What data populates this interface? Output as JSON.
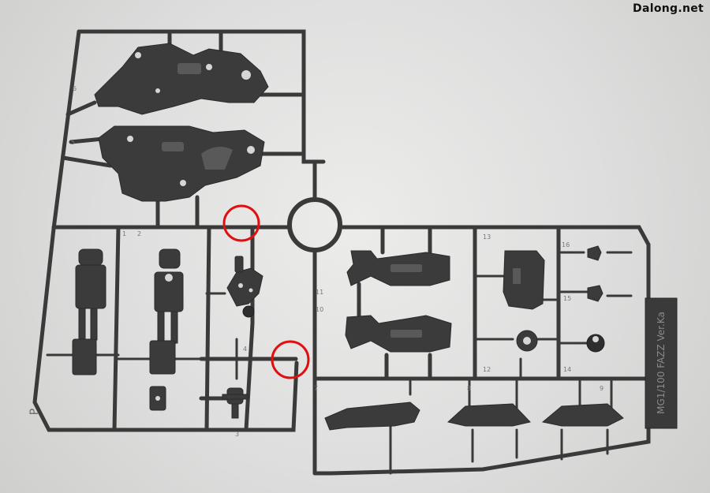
{
  "watermark": {
    "text": "Dalong.net"
  },
  "sprue": {
    "plate_label": "MG1/100 FAZZ Ver.Ka",
    "letter": "P",
    "tag_numbers": [
      "1",
      "2",
      "3",
      "4",
      "5",
      "6",
      "7",
      "8",
      "9",
      "10",
      "11",
      "12",
      "13",
      "14",
      "15",
      "16"
    ]
  },
  "annotations": {
    "marker_count": 2,
    "marker_color": "#e01010"
  },
  "colors": {
    "plastic": "#3a3a3a",
    "background": "#dedede"
  }
}
